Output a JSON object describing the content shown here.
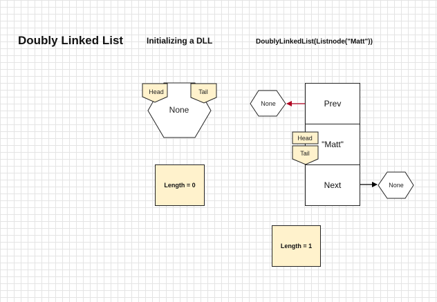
{
  "titles": {
    "main": "Doubly Linked List",
    "left": "Initializing a DLL",
    "right": "DoublyLinkedList(Listnode(\"Matt\"))"
  },
  "left_diagram": {
    "node_label": "None",
    "head_label": "Head",
    "tail_label": "Tail",
    "length_label": "Length = 0"
  },
  "right_diagram": {
    "prev_label": "Prev",
    "value_label": "\"Matt\"",
    "next_label": "Next",
    "prev_none_label": "None",
    "next_none_label": "None",
    "head_label": "Head",
    "tail_label": "Tail",
    "length_label": "Length = 1"
  },
  "colors": {
    "tag_fill": "#fff2cc",
    "prev_arrow": "#b00020",
    "next_arrow": "#000000",
    "stroke": "#222222"
  }
}
